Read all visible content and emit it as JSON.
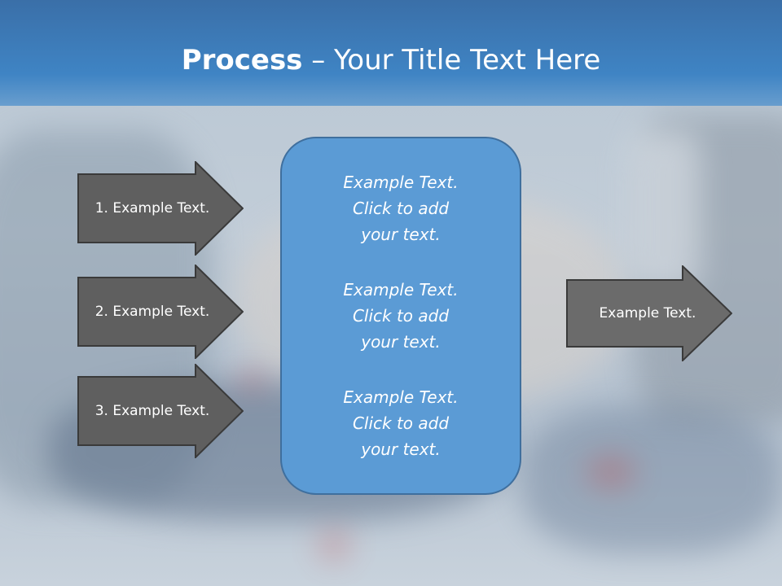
{
  "title": {
    "bold": "Process",
    "rest": " – Your Title Text Here"
  },
  "left_arrows": [
    {
      "label": "1. Example Text."
    },
    {
      "label": "2. Example Text."
    },
    {
      "label": "3. Example Text."
    }
  ],
  "center_box": {
    "blocks": [
      {
        "text": "Example Text.\nClick  to add\nyour text."
      },
      {
        "text": "Example Text.\nClick  to add\nyour text."
      },
      {
        "text": "Example Text.\nClick  to add\nyour text."
      }
    ]
  },
  "right_arrow": {
    "label": "Example Text."
  },
  "colors": {
    "title_bar": "#3f84c4",
    "arrow_fill": "#5f5f5f",
    "center_fill": "#5b9bd5"
  }
}
